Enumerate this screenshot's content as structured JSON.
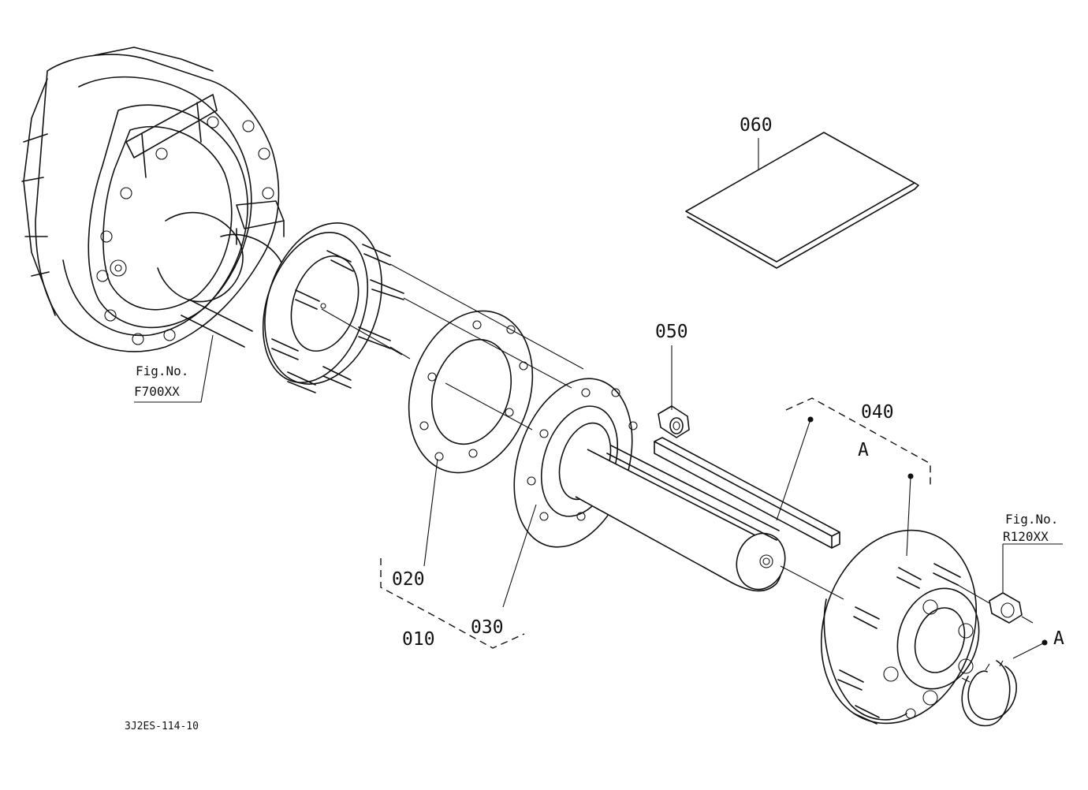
{
  "figure": {
    "drawing_code": "3J2ES-114-10",
    "parts": [
      {
        "no": "010"
      },
      {
        "no": "020"
      },
      {
        "no": "030"
      },
      {
        "no": "040"
      },
      {
        "no": "050"
      },
      {
        "no": "060"
      }
    ],
    "refs": [
      {
        "line1": "Fig.No.",
        "line2": "F700XX"
      },
      {
        "line1": "Fig.No.",
        "line2": "R120XX"
      }
    ],
    "markers": {
      "a_upper": "A",
      "a_right": "A"
    }
  }
}
